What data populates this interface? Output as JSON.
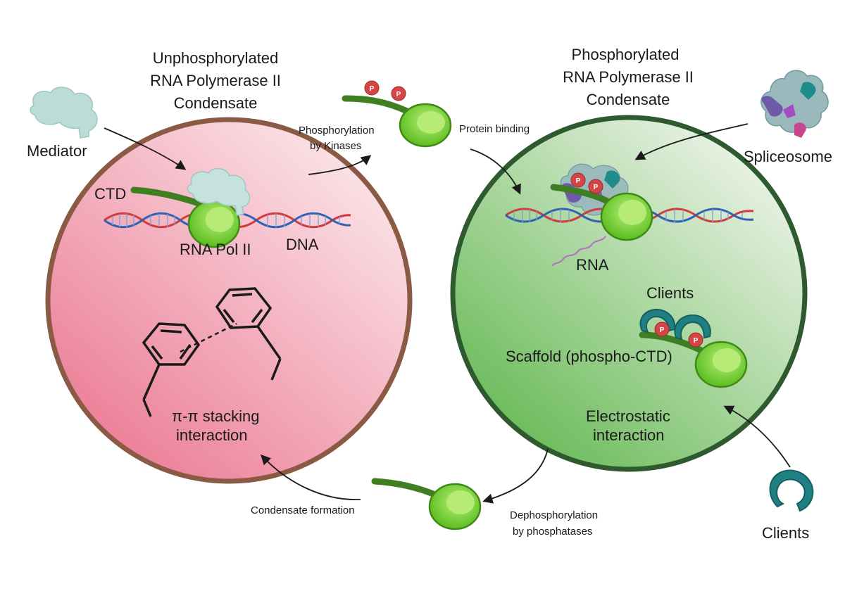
{
  "titles": {
    "left": [
      "Unphosphorylated",
      "RNA Polymerase II",
      "Condensate"
    ],
    "right": [
      "Phosphorylated",
      "RNA Polymerase II",
      "Condensate"
    ]
  },
  "labels": {
    "mediator": "Mediator",
    "ctd": "CTD",
    "rna_pol": "RNA Pol II",
    "dna": "DNA",
    "pi_stacking": [
      "π-π stacking",
      "interaction"
    ],
    "phosphorylation": [
      "Phosphorylation",
      "by Kinases"
    ],
    "protein_binding": "Protein binding",
    "spliceosome": "Spliceosome",
    "rna": "RNA",
    "clients_inside": "Clients",
    "scaffold": "Scaffold (phospho-CTD)",
    "electrostatic": [
      "Electrostatic",
      "interaction"
    ],
    "clients_outside": "Clients",
    "condensate_formation": "Condensate formation",
    "dephosphorylation": [
      "Dephosphorylation",
      "by phosphatases"
    ],
    "phospho_mark": "P"
  },
  "colors": {
    "left_circle_border": "#8b5a44",
    "right_circle_border": "#2f5a30",
    "pol_green": "#6fcf2a",
    "ctd_green": "#3f7f22",
    "phospho_red": "#d64545",
    "client_teal": "#1f7f83"
  }
}
